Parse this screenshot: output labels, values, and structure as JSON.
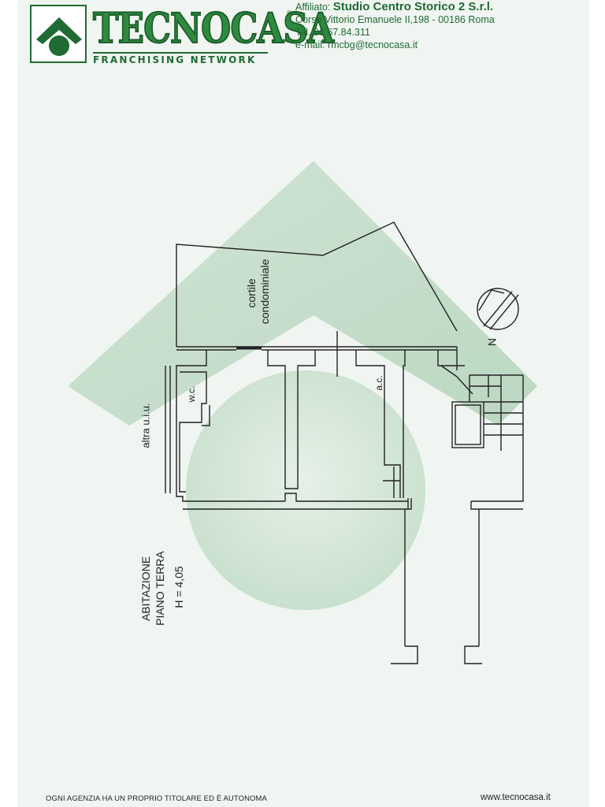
{
  "header": {
    "brand_name": "TECNOCASA",
    "brand_tagline": "FRANCHISING NETWORK",
    "registered_mark": "®",
    "affiliate_label": "Affiliato:",
    "agency_name": "Studio Centro Storico 2 S.r.l.",
    "address": "Corso Vittorio Emanuele II,198 - 00186 Roma",
    "phone": "Tel. 06.67.84.311",
    "email": "e-mail: rmcbg@tecnocasa.it"
  },
  "plan": {
    "labels": {
      "courtyard_line1": "cortile",
      "courtyard_line2": "condominiale",
      "wc": "w.c.",
      "ac": "a.c.",
      "neighbor": "altra u.i.u.",
      "north": "N"
    },
    "caption": {
      "line1": "ABITAZIONE",
      "line2": "PIANO TERRA",
      "height": "H = 4,05"
    }
  },
  "footer": {
    "disclaimer": "OGNI AGENZIA HA UN PROPRIO TITOLARE ED È AUTONOMA",
    "website": "www.tecnocasa.it"
  },
  "colors": {
    "brand_green": "#2f8a3f",
    "brand_dark": "#1f6b33",
    "watermark": "#cfe3d3",
    "lines": "#222222"
  }
}
